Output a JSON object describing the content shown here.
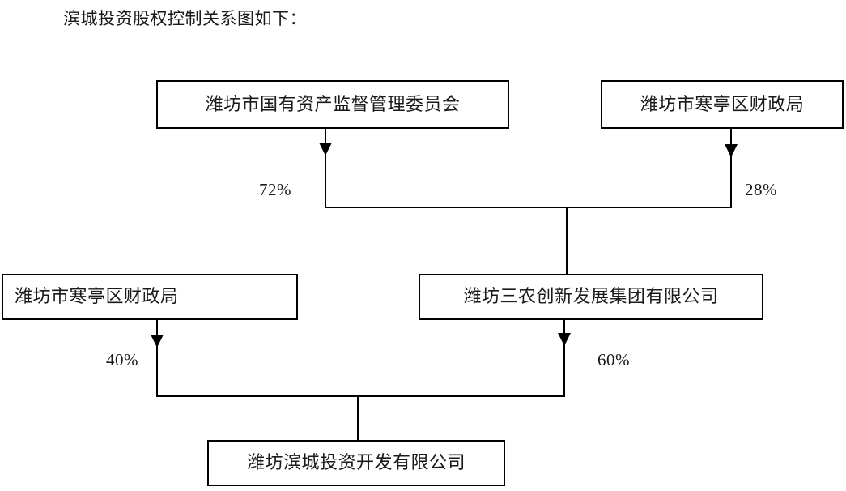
{
  "caption": "滨城投资股权控制关系图如下：",
  "chart_data": {
    "type": "diagram",
    "title": "滨城投资股权控制关系图",
    "nodes": [
      {
        "id": "sasac",
        "label": "潍坊市国有资产监督管理委员会",
        "level": 1,
        "align": "center"
      },
      {
        "id": "finance_top",
        "label": "潍坊市寒亭区财政局",
        "level": 1,
        "align": "center"
      },
      {
        "id": "finance_mid",
        "label": "潍坊市寒亭区财政局",
        "level": 2,
        "align": "left"
      },
      {
        "id": "sannong",
        "label": "潍坊三农创新发展集团有限公司",
        "level": 2,
        "align": "center"
      },
      {
        "id": "bincheng",
        "label": "潍坊滨城投资开发有限公司",
        "level": 3,
        "align": "center"
      }
    ],
    "edges": [
      {
        "from": "sasac",
        "to": "sannong",
        "label": "72%"
      },
      {
        "from": "finance_top",
        "to": "sannong",
        "label": "28%"
      },
      {
        "from": "finance_mid",
        "to": "bincheng",
        "label": "40%"
      },
      {
        "from": "sannong",
        "to": "bincheng",
        "label": "60%"
      }
    ]
  },
  "nodes": {
    "sasac": "潍坊市国有资产监督管理委员会",
    "finance_top": "潍坊市寒亭区财政局",
    "finance_mid": "潍坊市寒亭区财政局",
    "sannong": "潍坊三农创新发展集团有限公司",
    "bincheng": "潍坊滨城投资开发有限公司"
  },
  "percentages": {
    "sasac_to_sannong": "72%",
    "finance_top_to_sannong": "28%",
    "finance_mid_to_bincheng": "40%",
    "sannong_to_bincheng": "60%"
  },
  "colors": {
    "line": "#000000",
    "text": "#1a1a1a",
    "background": "#ffffff"
  }
}
